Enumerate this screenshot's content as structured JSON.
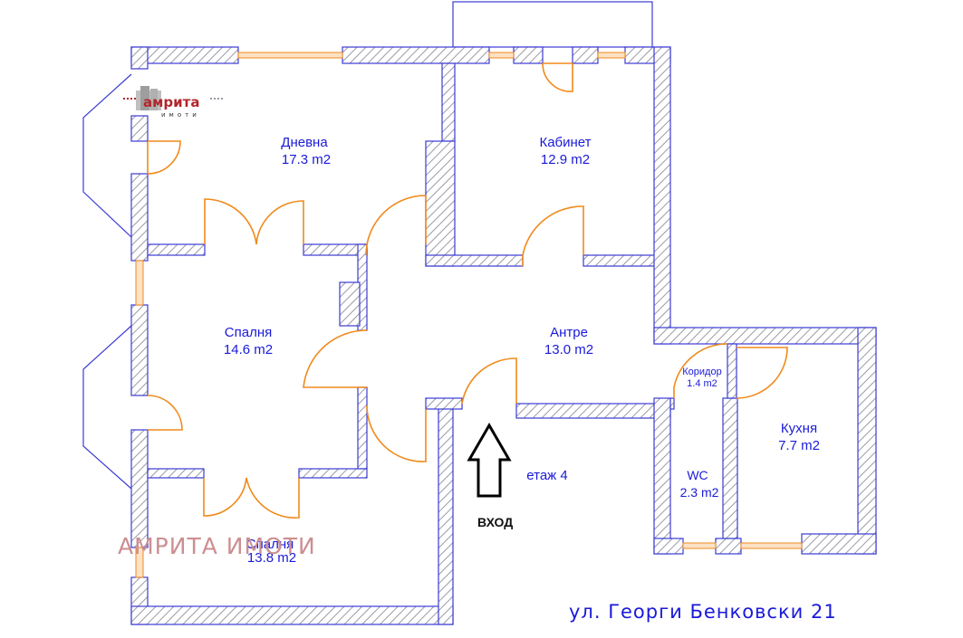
{
  "rooms": [
    {
      "id": "dnevna",
      "name": "Дневна",
      "area": "17.3 m2"
    },
    {
      "id": "kabinet",
      "name": "Кабинет",
      "area": "12.9 m2"
    },
    {
      "id": "spalnya1",
      "name": "Спалня",
      "area": "14.6 m2"
    },
    {
      "id": "antre",
      "name": "Антре",
      "area": "13.0 m2"
    },
    {
      "id": "koridor",
      "name": "Коридор",
      "area": "1.4 m2"
    },
    {
      "id": "kuhnya",
      "name": "Кухня",
      "area": "7.7 m2"
    },
    {
      "id": "wc",
      "name": "WC",
      "area": "2.3 m2"
    },
    {
      "id": "spalnya2",
      "name": "Спалня",
      "area": "13.8 m2"
    }
  ],
  "floor_label": "етаж 4",
  "entrance_label": "ВХОД",
  "address": "ул. Георги Бенковски 21",
  "watermark": "АМРИТА ИМОТИ",
  "logo": {
    "brand": "амрита",
    "sub": "имоти"
  },
  "colors": {
    "wall": "#3b3bd6",
    "hatch": "#9a9aa6",
    "door": "#f08a1c",
    "label": "#1a1ad9",
    "watermark": "#cc8f92",
    "logo_red": "#b3262d"
  }
}
